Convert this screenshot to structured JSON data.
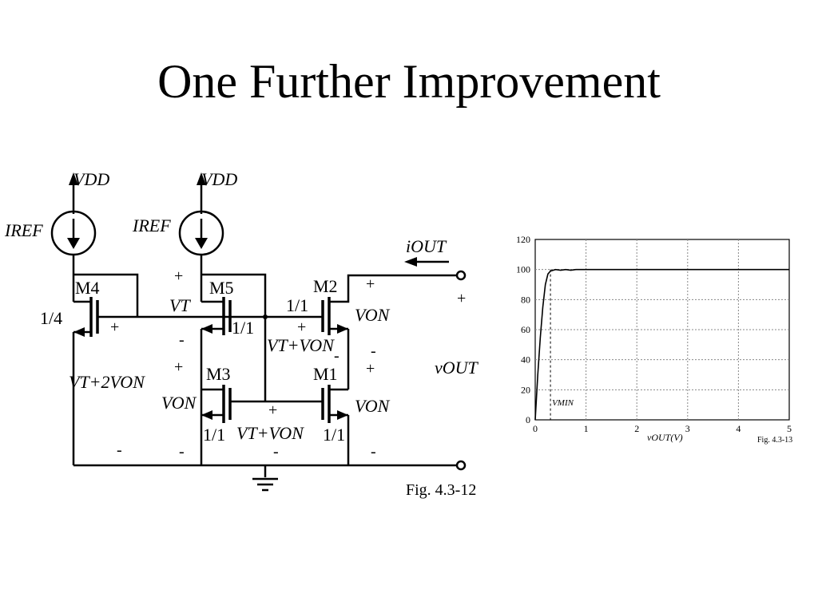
{
  "slide": {
    "title": "One Further Improvement"
  },
  "circuit": {
    "vdd_label": "VDD",
    "iref_label": "IREF",
    "m4": "M4",
    "m5": "M5",
    "m2": "M2",
    "m3": "M3",
    "m1": "M1",
    "m4_ratio": "1/4",
    "m5_ratio": "1/1",
    "m2_ratio": "1/1",
    "m3_ratio": "1/1",
    "m1_ratio": "1/1",
    "vt": "VT",
    "von": "VON",
    "vt_plus_von": "VT+VON",
    "vt_plus_2von": "VT+2VON",
    "iout": "iOUT",
    "vout": "vOUT",
    "plus": "+",
    "minus": "-",
    "fig_label": "Fig. 4.3-12"
  },
  "chart_data": {
    "type": "line",
    "title": "",
    "xlabel": "vOUT(V)",
    "ylabel": "",
    "xlim": [
      0,
      5
    ],
    "ylim": [
      0,
      120
    ],
    "x_ticks": [
      "0",
      "1",
      "2",
      "3",
      "4",
      "5"
    ],
    "y_ticks": [
      "0",
      "20",
      "40",
      "60",
      "80",
      "100",
      "120"
    ],
    "grid": true,
    "series": [
      {
        "x": [
          0,
          0.05,
          0.1,
          0.15,
          0.2,
          0.25,
          0.3,
          0.4,
          0.5,
          0.6,
          0.7,
          0.8,
          5
        ],
        "y": [
          0,
          30,
          55,
          75,
          90,
          97,
          99,
          100,
          99.5,
          100,
          99.5,
          100,
          100
        ]
      }
    ],
    "annotation": {
      "text": "VMIN",
      "x": 0.3
    },
    "fig_label": "Fig. 4.3-13"
  }
}
